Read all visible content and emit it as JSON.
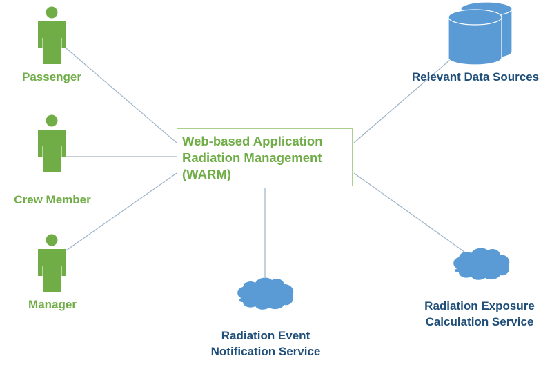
{
  "diagram": {
    "title": "Web-based Application Radiation Management (WARM)",
    "center": {
      "lines": [
        "Web-based Application",
        "Radiation Management",
        "(WARM)"
      ]
    },
    "actors": [
      {
        "id": "passenger",
        "label": "Passenger",
        "icon": "person-icon"
      },
      {
        "id": "crew-member",
        "label": "Crew Member",
        "icon": "person-icon"
      },
      {
        "id": "manager",
        "label": "Manager",
        "icon": "person-icon"
      }
    ],
    "systems": [
      {
        "id": "data-sources",
        "label": "Relevant Data Sources",
        "icon": "database-icon"
      },
      {
        "id": "notification-service",
        "lines": [
          "Radiation Event",
          "Notification Service"
        ],
        "icon": "cloud-icon"
      },
      {
        "id": "exposure-service",
        "lines": [
          "Radiation Exposure",
          "Calculation Service"
        ],
        "icon": "cloud-icon"
      }
    ],
    "connections": [
      {
        "from": "passenger",
        "to": "center"
      },
      {
        "from": "crew-member",
        "to": "center"
      },
      {
        "from": "manager",
        "to": "center"
      },
      {
        "from": "center",
        "to": "data-sources"
      },
      {
        "from": "center",
        "to": "notification-service"
      },
      {
        "from": "center",
        "to": "exposure-service"
      }
    ],
    "colors": {
      "actor": "#70AD47",
      "system_text": "#1F4E79",
      "system_shape": "#5B9BD5",
      "connector": "#9DB3C8",
      "center_border": "#A9D08E"
    }
  }
}
